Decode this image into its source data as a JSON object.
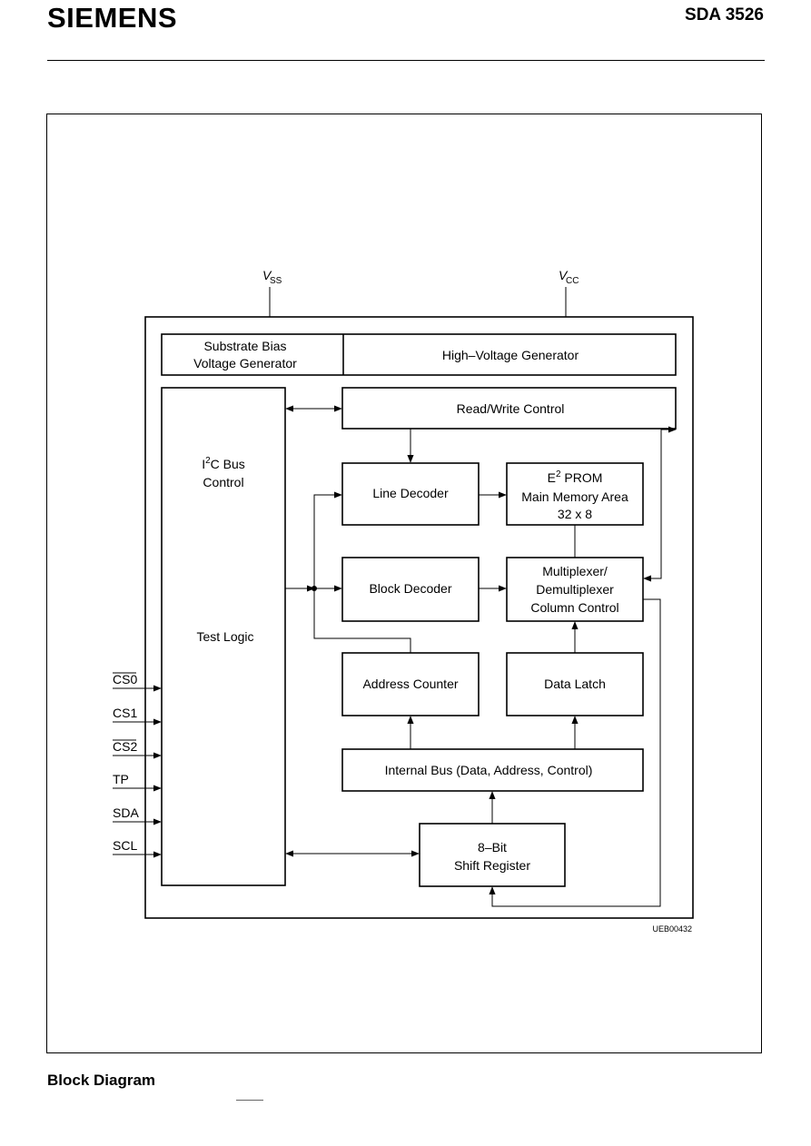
{
  "header": {
    "brand": "SIEMENS",
    "part_number": "SDA 3526"
  },
  "figure": {
    "caption": "Block Diagram",
    "drawing_code": "UEB00432"
  },
  "supplies": {
    "vss_main": "V",
    "vss_sub": "SS",
    "vcc_main": "V",
    "vcc_sub": "CC"
  },
  "blocks": {
    "substrate_line1": "Substrate Bias",
    "substrate_line2": "Voltage Generator",
    "high_voltage": "High–Voltage Generator",
    "read_write": "Read/Write Control",
    "i2c_i": "I",
    "i2c_sup": "2",
    "i2c_rest": "C Bus",
    "i2c_line2": "Control",
    "test_logic": "Test Logic",
    "line_decoder": "Line Decoder",
    "eeprom_e": "E",
    "eeprom_sup": "2",
    "eeprom_rest": " PROM",
    "eeprom_line2": "Main Memory Area",
    "eeprom_line3": "32 x 8",
    "block_decoder": "Block Decoder",
    "mux_line1": "Multiplexer/",
    "mux_line2": "Demultiplexer",
    "mux_line3": "Column Control",
    "address_counter": "Address Counter",
    "data_latch": "Data Latch",
    "internal_bus": "Internal Bus (Data, Address, Control)",
    "shift_line1": "8–Bit",
    "shift_line2": "Shift Register"
  },
  "pins": [
    "CS0",
    "CS1",
    "CS2",
    "TP",
    "SDA",
    "SCL"
  ]
}
